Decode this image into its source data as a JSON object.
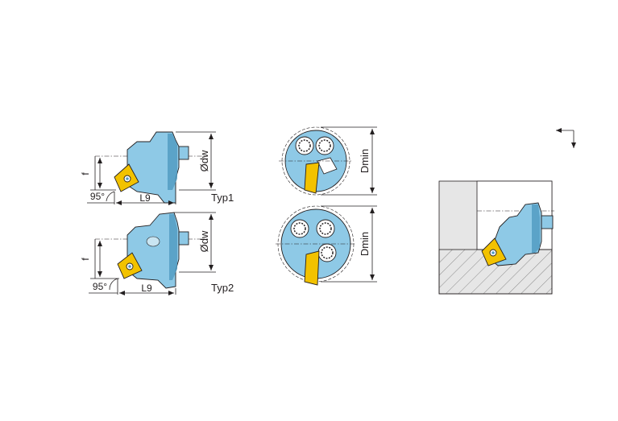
{
  "colors": {
    "tool_body": "#8ec9e6",
    "tool_shade": "#4f9ac0",
    "insert": "#f2c200",
    "workpiece": "#e6e6e6",
    "hatch": "#8a8a8a",
    "line": "#231f20"
  },
  "views": {
    "typ1": {
      "type_label": "Typ1",
      "diameter_label": "Ødw",
      "length_label": "L9",
      "offset_label": "f",
      "angle_label": "95°"
    },
    "typ2": {
      "type_label": "Typ2",
      "diameter_label": "Ødw",
      "length_label": "L9",
      "offset_label": "f",
      "angle_label": "95°"
    },
    "front_upper": {
      "dim_label": "Dmin"
    },
    "front_lower": {
      "dim_label": "Dmin"
    }
  },
  "icons": [
    "feed-direction-arrow-icon"
  ]
}
